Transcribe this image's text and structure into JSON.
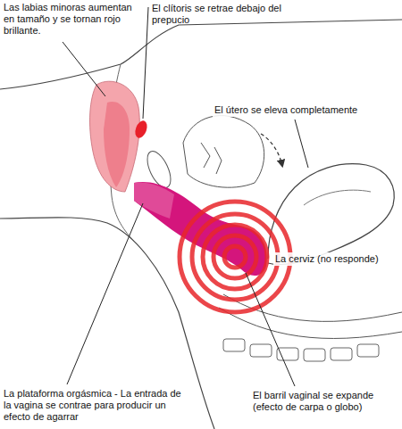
{
  "diagram": {
    "labels": [
      "Las labias minoras aumentan en tamaño y se tornan rojo brillante.",
      "El clítoris se retrae debajo del prepucio",
      "El útero se eleva completamente",
      "La cerviz (no responde)",
      "La plataforma orgásmica - La entrada de la vagina se contrae para producir un efecto de agarrar",
      "El barril vaginal se expande (efecto de carpa o globo)"
    ]
  }
}
